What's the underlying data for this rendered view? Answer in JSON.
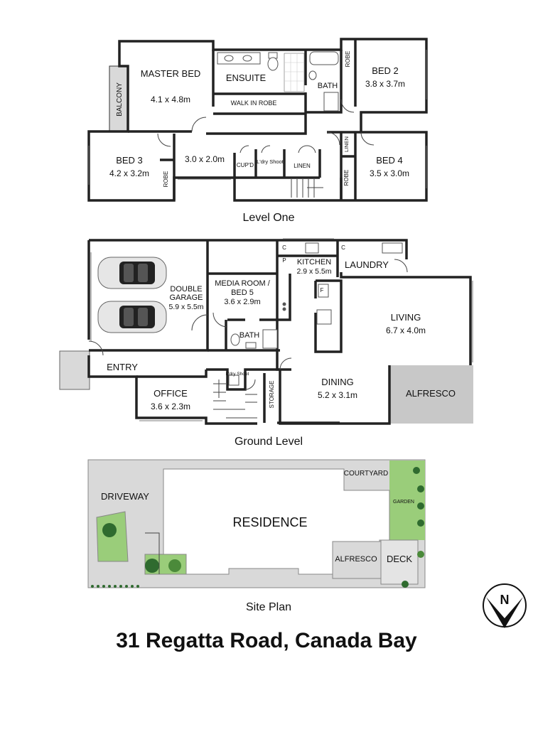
{
  "level_one": {
    "title": "Level One",
    "rooms": {
      "master_bed": {
        "name": "MASTER BED",
        "size": "4.1 x 4.8m"
      },
      "ensuite": {
        "name": "ENSUITE"
      },
      "walk_in_robe": {
        "name": "WALK IN ROBE"
      },
      "balcony": {
        "name": "BALCONY"
      },
      "bath": {
        "name": "BATH"
      },
      "robe_bed2": {
        "name": "ROBE"
      },
      "bed2": {
        "name": "BED 2",
        "size": "3.8 x 3.7m"
      },
      "bed3": {
        "name": "BED 3",
        "size": "4.2 x 3.2m"
      },
      "robe_bed3": {
        "name": "ROBE"
      },
      "hall": {
        "size": "3.0 x 2.0m"
      },
      "cupd": {
        "name": "CUP'D"
      },
      "ldry_shoot": {
        "name": "L'dry Shoot"
      },
      "linen": {
        "name": "LINEN"
      },
      "linen_bed4": {
        "name": "LINEN"
      },
      "robe_bed4": {
        "name": "ROBE"
      },
      "bed4": {
        "name": "BED 4",
        "size": "3.5 x 3.0m"
      }
    }
  },
  "ground_level": {
    "title": "Ground Level",
    "rooms": {
      "garage": {
        "name": "DOUBLE GARAGE",
        "size": "5.9 x 5.5m"
      },
      "media": {
        "name": "MEDIA ROOM / BED 5",
        "size": "3.6 x 2.9m"
      },
      "bath": {
        "name": "BATH"
      },
      "kitchen": {
        "name": "KITCHEN",
        "size": "2.9 x 5.5m"
      },
      "laundry": {
        "name": "LAUNDRY"
      },
      "living": {
        "name": "LIVING",
        "size": "6.7 x 4.0m"
      },
      "entry": {
        "name": "ENTRY"
      },
      "office": {
        "name": "OFFICE",
        "size": "3.6 x 2.3m"
      },
      "ldry_shoot": {
        "name": "L'dry Shoot"
      },
      "storage": {
        "name": "STORAGE"
      },
      "dining": {
        "name": "DINING",
        "size": "5.2 x 3.1m"
      },
      "alfresco": {
        "name": "ALFRESCO"
      },
      "marks": {
        "c1": "C",
        "c2": "C",
        "p": "P",
        "f": "F"
      }
    }
  },
  "site_plan": {
    "title": "Site Plan",
    "labels": {
      "driveway": "DRIVEWAY",
      "residence": "RESIDENCE",
      "courtyard": "COURTYARD",
      "garden": "GARDEN",
      "alfresco": "ALFRESCO",
      "deck": "DECK"
    }
  },
  "compass": {
    "letter": "N"
  },
  "address": "31 Regatta Road, Canada Bay",
  "colors": {
    "wall": "#222222",
    "paving": "#d9d9d9",
    "alfresco": "#c8c8c8",
    "garden": "#9acd7a",
    "text": "#111111"
  }
}
